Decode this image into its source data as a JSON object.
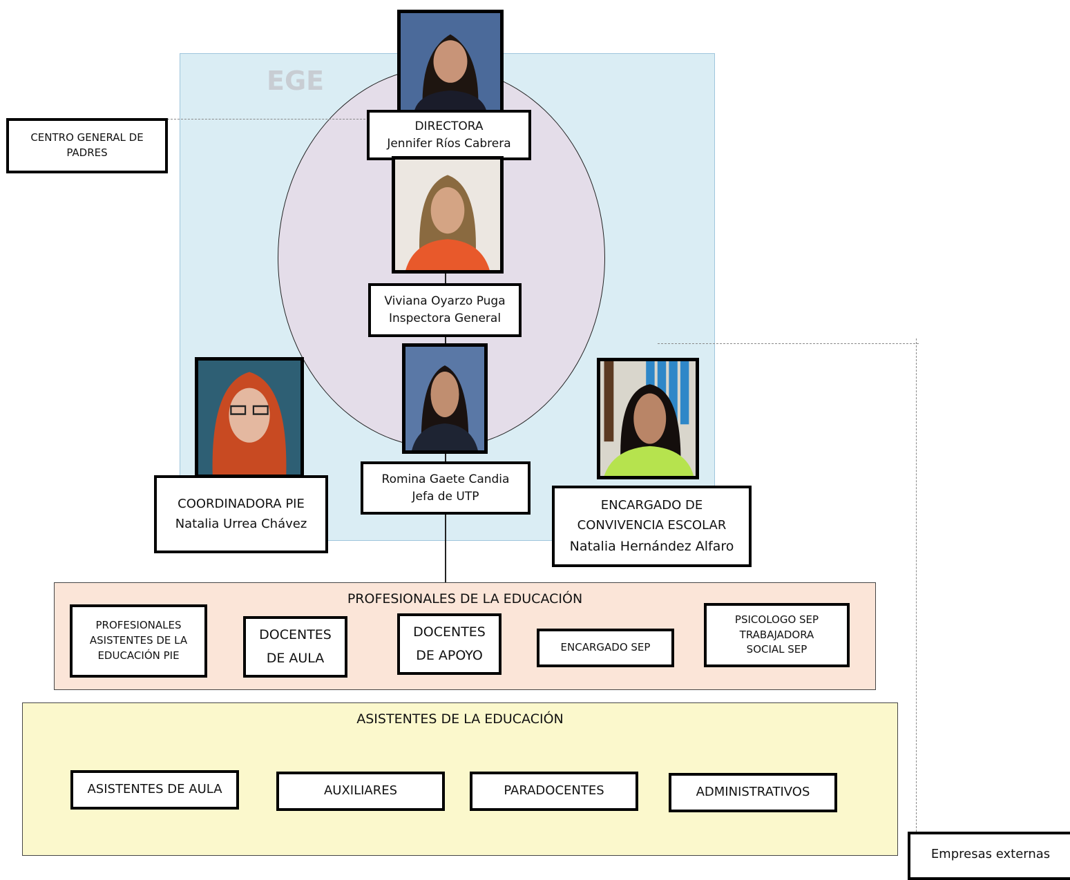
{
  "ege": {
    "title": "EGE"
  },
  "centro_padres": {
    "line1": "CENTRO GENERAL DE",
    "line2": "PADRES"
  },
  "directora": {
    "role": "DIRECTORA",
    "name": "Jennifer Ríos Cabrera"
  },
  "inspectora": {
    "name": "Viviana Oyarzo  Puga",
    "role": "Inspectora General"
  },
  "utp": {
    "name": "Romina Gaete Candia",
    "role": "Jefa de UTP"
  },
  "pie": {
    "role": "COORDINADORA PIE",
    "name": "Natalia Urrea Chávez"
  },
  "convivencia": {
    "line1": "ENCARGADO DE",
    "line2": "CONVIVENCIA ESCOLAR",
    "name": "Natalia Hernández Alfaro"
  },
  "profesionales": {
    "title": "PROFESIONALES DE LA EDUCACIÓN",
    "colors": {
      "fill": "#fbe5d8",
      "border": "#444444"
    },
    "items": [
      {
        "lines": [
          "PROFESIONALES",
          "ASISTENTES DE LA",
          "EDUCACIÓN PIE"
        ]
      },
      {
        "lines": [
          "DOCENTES",
          "DE AULA"
        ]
      },
      {
        "lines": [
          "DOCENTES",
          "DE APOYO"
        ]
      },
      {
        "lines": [
          "ENCARGADO SEP"
        ]
      },
      {
        "lines": [
          "PSICOLOGO SEP",
          "TRABAJADORA",
          "SOCIAL SEP"
        ]
      }
    ]
  },
  "asistentes": {
    "title": "ASISTENTES DE LA EDUCACIÓN",
    "colors": {
      "fill": "#fbf8cc",
      "border": "#444444"
    },
    "items": [
      "ASISTENTES DE AULA",
      "AUXILIARES",
      "PARADOCENTES",
      "ADMINISTRATIVOS"
    ]
  },
  "externas": {
    "label": "Empresas externas"
  },
  "colors": {
    "ege_fill": "#daedf4",
    "ellipse_fill": "#e4dde9"
  }
}
